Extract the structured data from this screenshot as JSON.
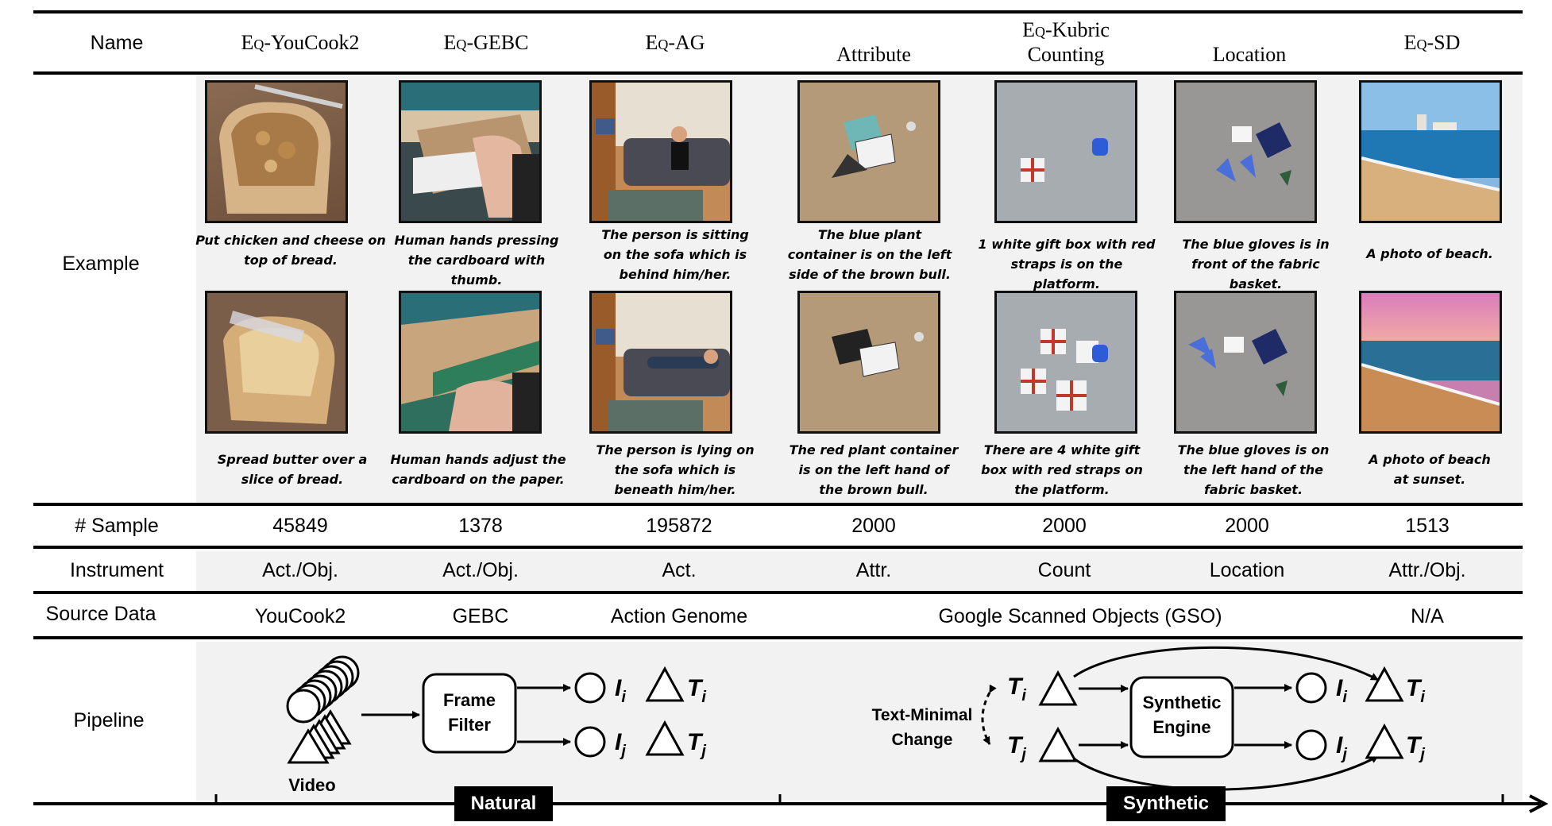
{
  "header": {
    "name": "Name",
    "columns": [
      {
        "prefix": "Eq",
        "rest": "-YouCook2"
      },
      {
        "prefix": "Eq",
        "rest": "-GEBC"
      },
      {
        "prefix": "Eq",
        "rest": "-AG"
      },
      {
        "prefix": "",
        "rest": "Attribute"
      },
      {
        "prefix": "Eq",
        "rest": "-Kubric"
      },
      {
        "prefix": "",
        "rest": "Location"
      },
      {
        "prefix": "Eq",
        "rest": "-SD"
      }
    ],
    "kubric_sub": "Counting"
  },
  "example": {
    "label": "Example",
    "top_captions": [
      "Put chicken and cheese on top of bread.",
      "Human hands pressing the cardboard with thumb.",
      "The person is sitting on the sofa which is behind him/her.",
      "The blue plant container is on the left side of the brown bull.",
      "1 white gift box with red straps is on the platform.",
      "The blue gloves is in front of the fabric basket.",
      "A photo of beach."
    ],
    "bottom_captions": [
      "Spread butter over a slice of bread.",
      "Human hands adjust the cardboard on the paper.",
      "The person is lying on the sofa which is beneath him/her.",
      "The red plant container is on the left hand of the brown bull.",
      "There are 4 white gift box with red straps on the platform.",
      "The blue gloves is on the left hand of the fabric basket.",
      "A photo of beach at sunset."
    ]
  },
  "sample": {
    "label": "# Sample",
    "values": [
      "45849",
      "1378",
      "195872",
      "2000",
      "2000",
      "2000",
      "1513"
    ]
  },
  "instrument": {
    "label": "Instrument",
    "values": [
      "Act./Obj.",
      "Act./Obj.",
      "Act.",
      "Attr.",
      "Count",
      "Location",
      "Attr./Obj."
    ]
  },
  "source": {
    "label": "Source Data",
    "youcook": "YouCook2",
    "gebc": "GEBC",
    "ag": "Action Genome",
    "gso": "Google Scanned Objects (GSO)",
    "sd": "N/A"
  },
  "pipeline": {
    "label": "Pipeline",
    "video": "Video",
    "frame_filter_1": "Frame",
    "frame_filter_2": "Filter",
    "text_minimal_1": "Text-Minimal",
    "text_minimal_2": "Change",
    "engine_1": "Synthetic",
    "engine_2": "Engine",
    "sym_I": "I",
    "sym_T": "T",
    "sub_i": "i",
    "sub_j": "j"
  },
  "axis": {
    "natural": "Natural",
    "synthetic": "Synthetic"
  }
}
